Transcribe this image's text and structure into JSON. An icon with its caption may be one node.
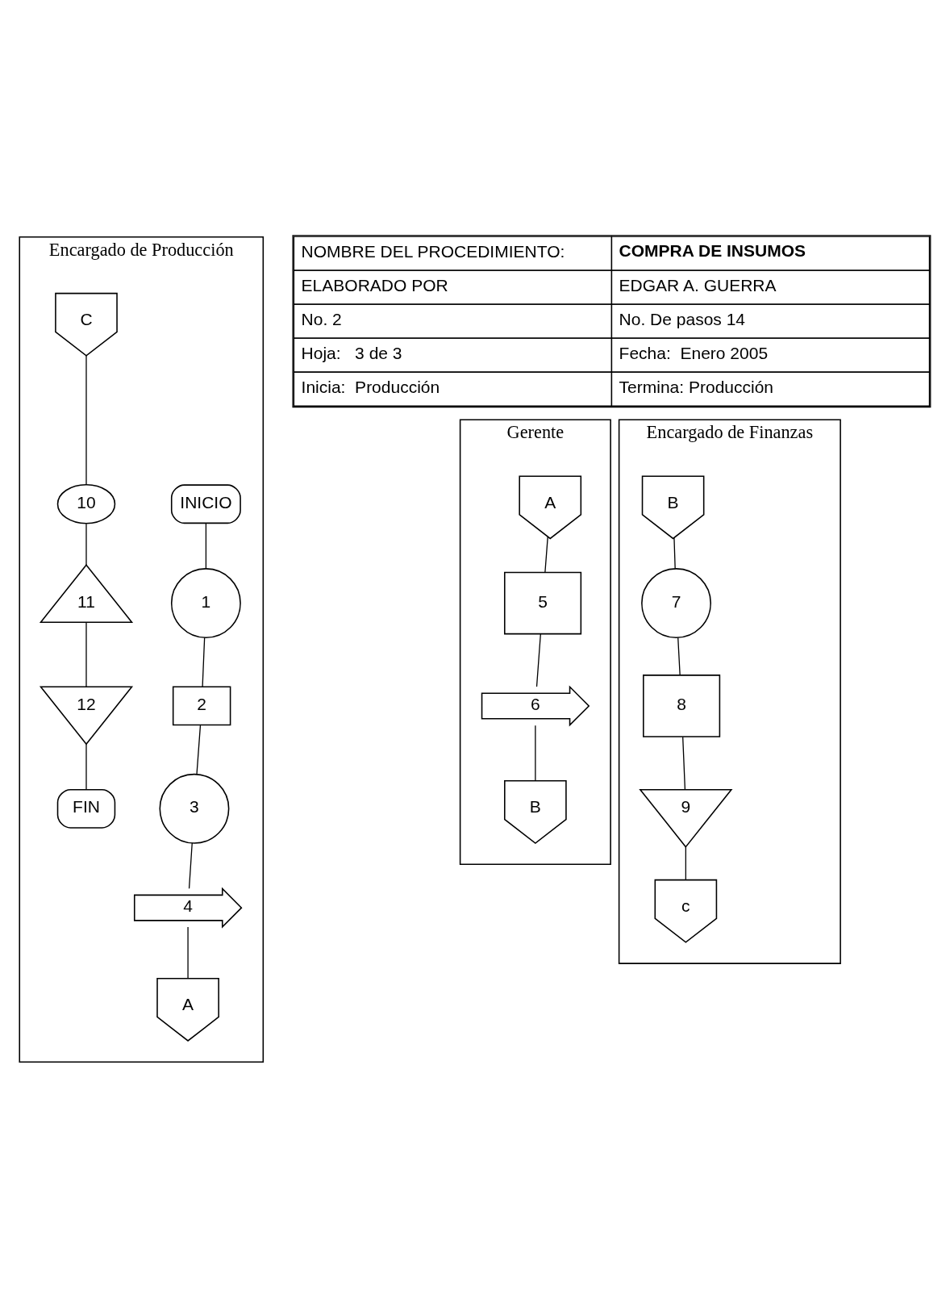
{
  "diagram": {
    "nodes": [
      {
        "text": [
          "Encargado de Producción"
        ]
      },
      {
        "text": [
          "INICIO"
        ],
        "in": 0
      },
      {
        "text": [
          "1"
        ],
        "in": 0
      },
      {
        "text": [
          "2"
        ],
        "in": 0
      },
      {
        "text": [
          "3"
        ],
        "in": 0
      },
      {
        "text": [
          "4"
        ],
        "in": 0
      },
      {
        "text": [
          "A"
        ],
        "in": 0
      },
      {
        "text": [
          "C"
        ],
        "in": 0
      },
      {
        "text": [
          "10"
        ],
        "in": 0
      },
      {
        "text": [
          "11"
        ],
        "in": 0
      },
      {
        "text": [
          "12"
        ],
        "in": 0
      },
      {
        "text": [
          "FIN"
        ],
        "in": 0
      },
      {
        "text": [
          "Gerente"
        ]
      },
      {
        "text": [
          "A"
        ],
        "in": 12
      },
      {
        "text": [
          "5"
        ],
        "in": 12
      },
      {
        "text": [
          "6"
        ],
        "in": 12
      },
      {
        "text": [
          "B"
        ],
        "in": 12
      },
      {
        "text": [
          "Encargado de Finanzas"
        ]
      },
      {
        "text": [
          "B"
        ],
        "in": 17
      },
      {
        "text": [
          "7"
        ],
        "in": 17
      },
      {
        "text": [
          "8"
        ],
        "in": 17
      },
      {
        "text": [
          "9"
        ],
        "in": 17
      },
      {
        "text": [
          "c"
        ],
        "in": 17
      }
    ],
    "edges": [
      {
        "from": 1,
        "to": 2,
        "arrow": "none"
      },
      {
        "from": 2,
        "to": 3,
        "arrow": "none"
      },
      {
        "from": 3,
        "to": 4,
        "arrow": "none"
      },
      {
        "from": 4,
        "to": 5,
        "arrow": "none"
      },
      {
        "from": 5,
        "to": 6,
        "arrow": "none"
      },
      {
        "from": 7,
        "to": 8,
        "arrow": "none"
      },
      {
        "from": 8,
        "to": 9,
        "arrow": "none"
      },
      {
        "from": 9,
        "to": 10,
        "arrow": "none"
      },
      {
        "from": 10,
        "to": 11,
        "arrow": "none"
      },
      {
        "from": 13,
        "to": 14,
        "arrow": "none"
      },
      {
        "from": 14,
        "to": 15,
        "arrow": "none"
      },
      {
        "from": 15,
        "to": 16,
        "arrow": "none"
      },
      {
        "from": 18,
        "to": 19,
        "arrow": "none"
      },
      {
        "from": 19,
        "to": 20,
        "arrow": "none"
      },
      {
        "from": 20,
        "to": 21,
        "arrow": "none"
      },
      {
        "from": 21,
        "to": 22,
        "arrow": "none"
      }
    ],
    "labels": [
      "NOMBRE DEL PROCEDIMIENTO:",
      "COMPRA DE INSUMOS",
      "ELABORADO POR",
      "EDGAR A. GUERRA",
      "No. 2",
      "No. De pasos 14",
      "Hoja:   3 de 3",
      "Fecha:  Enero 2005",
      "Inicia:  Producción",
      "Termina: Producción"
    ]
  }
}
